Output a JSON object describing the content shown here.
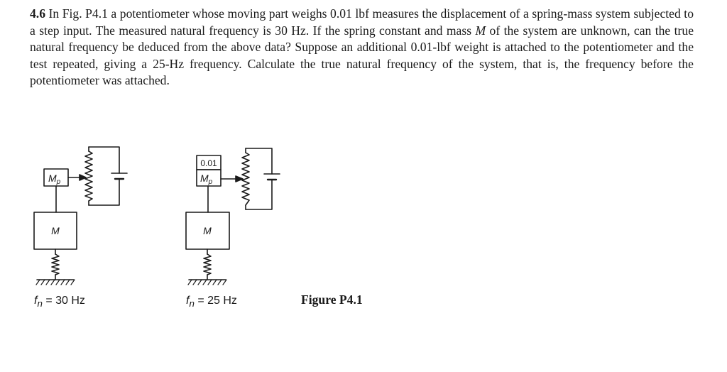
{
  "problem": {
    "number": "4.6",
    "text_a": " In Fig. P4.1 a potentiometer whose moving part weighs 0.01 lbf measures the displacement of a spring-mass system subjected to a step input. The measured natural frequency is 30 Hz. If the spring constant and mass ",
    "mass_symbol": "M",
    "text_b": " of the system are unknown, can the true natural frequency be deduced from the above data? Suppose an additional 0.01-lbf weight is attached to the potentiometer and the test repeated, giving a 25-Hz frequency. Calculate the true natural frequency of the system, that is, the frequency before the potentiometer was attached."
  },
  "figure": {
    "title": "Figure P4.1",
    "left": {
      "mass_label": "M",
      "pot_mass_label": "M",
      "pot_mass_sub": "p",
      "freq_symbol": "f",
      "freq_sub": "n",
      "freq_value": "= 30 Hz"
    },
    "right": {
      "extra_weight_label": "0.01",
      "mass_label": "M",
      "pot_mass_label": "M",
      "pot_mass_sub": "p",
      "freq_symbol": "f",
      "freq_sub": "n",
      "freq_value": "= 25 Hz"
    }
  }
}
